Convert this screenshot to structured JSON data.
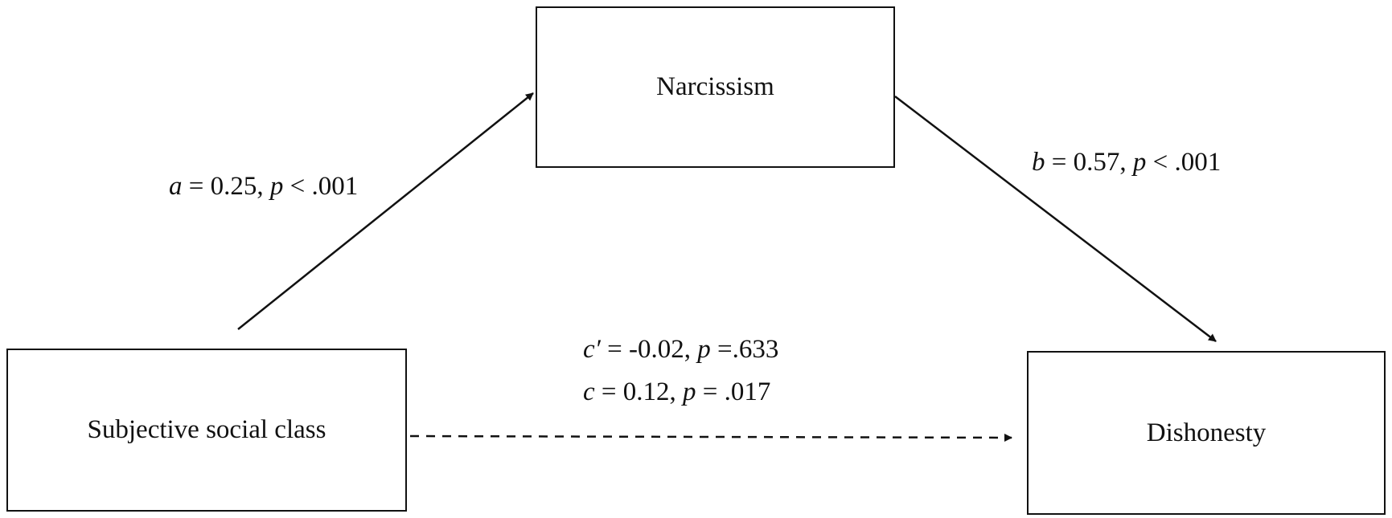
{
  "nodes": {
    "mediator": "Narcissism",
    "predictor": "Subjective social class",
    "outcome": "Dishonesty"
  },
  "paths": {
    "a": {
      "symbol": "a",
      "rest": " = 0.25, ",
      "p_symbol": "p",
      "p_text": " < .001"
    },
    "b": {
      "symbol": "b",
      "rest": " = 0.57, ",
      "p_symbol": "p",
      "p_text": " < .001"
    },
    "c_prime": {
      "symbol": "c′",
      "rest": " = -0.02, ",
      "p_symbol": "p",
      "p_text": " =.633"
    },
    "c": {
      "symbol": "c",
      "rest": " = 0.12, ",
      "p_symbol": "p",
      "p_text": " = .017"
    }
  }
}
